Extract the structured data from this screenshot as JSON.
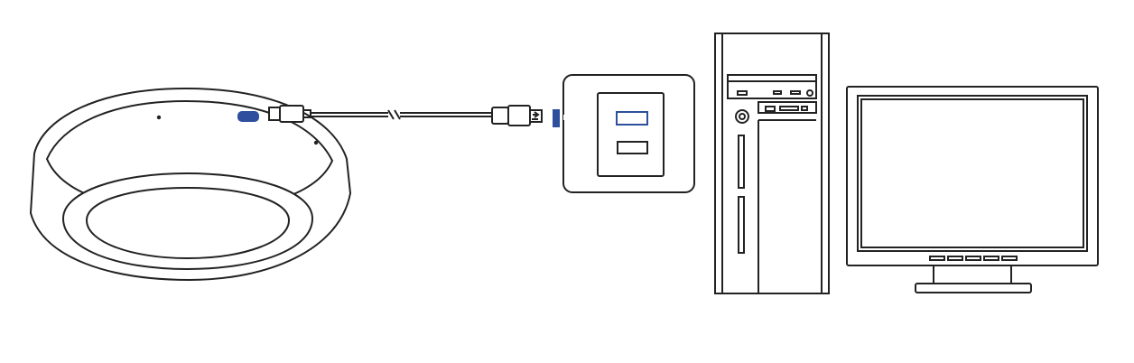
{
  "diagram": {
    "type": "usb-connection-illustration",
    "items": [
      {
        "name": "speakerphone-device",
        "icon": "puck-speakerphone"
      },
      {
        "name": "usb-cable",
        "icon": "usb-cable"
      },
      {
        "name": "usb-port-closeup",
        "icon": "usb-port"
      },
      {
        "name": "desktop-tower",
        "icon": "computer-tower"
      },
      {
        "name": "monitor",
        "icon": "monitor"
      }
    ],
    "colors": {
      "accent": "#2d4f9e",
      "line": "#222222",
      "background": "#ffffff"
    }
  }
}
